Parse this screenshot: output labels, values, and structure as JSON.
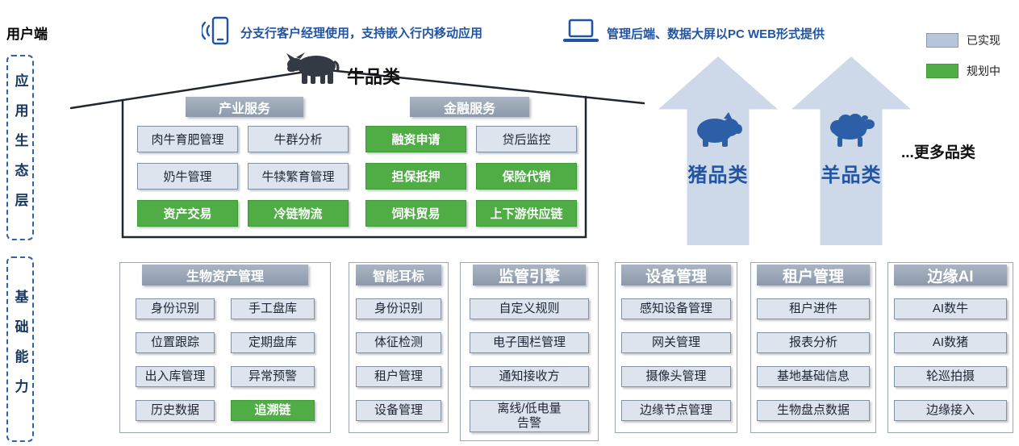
{
  "header": {
    "user_side": "用户端",
    "mobile_note": "分支行客户经理使用，支持嵌入行内移动应用",
    "web_note": "管理后端、数据大屏以PC WEB形式提供",
    "legend": [
      {
        "label": "已实现",
        "color": "#b7c6d9"
      },
      {
        "label": "规划中",
        "color": "#50ad45"
      }
    ]
  },
  "layers": {
    "app_layer": "应用生态层",
    "base_layer": "基础能力"
  },
  "house": {
    "category": "牛品类",
    "industry": {
      "title": "产业服务",
      "items": [
        {
          "label": "肉牛育肥管理",
          "status": "done"
        },
        {
          "label": "牛群分析",
          "status": "done"
        },
        {
          "label": "奶牛管理",
          "status": "done"
        },
        {
          "label": "牛犊繁育管理",
          "status": "done"
        },
        {
          "label": "资产交易",
          "status": "planned"
        },
        {
          "label": "冷链物流",
          "status": "planned"
        }
      ]
    },
    "finance": {
      "title": "金融服务",
      "items": [
        {
          "label": "融资申请",
          "status": "planned"
        },
        {
          "label": "贷后监控",
          "status": "done"
        },
        {
          "label": "担保抵押",
          "status": "planned"
        },
        {
          "label": "保险代销",
          "status": "planned"
        },
        {
          "label": "饲料贸易",
          "status": "planned"
        },
        {
          "label": "上下游供应链",
          "status": "planned"
        }
      ]
    }
  },
  "categories": {
    "pig": "猪品类",
    "sheep": "羊品类",
    "more": "...更多品类"
  },
  "capabilities": [
    {
      "title": "生物资产管理",
      "items": [
        {
          "label": "身份识别",
          "status": "done"
        },
        {
          "label": "手工盘库",
          "status": "done"
        },
        {
          "label": "位置跟踪",
          "status": "done"
        },
        {
          "label": "定期盘库",
          "status": "done"
        },
        {
          "label": "出入库管理",
          "status": "done"
        },
        {
          "label": "异常预警",
          "status": "done"
        },
        {
          "label": "历史数据",
          "status": "done"
        },
        {
          "label": "追溯链",
          "status": "planned"
        }
      ]
    },
    {
      "title": "智能耳标",
      "items": [
        {
          "label": "身份识别",
          "status": "done"
        },
        {
          "label": "体征检测",
          "status": "done"
        },
        {
          "label": "租户管理",
          "status": "done"
        },
        {
          "label": "设备管理",
          "status": "done"
        }
      ]
    },
    {
      "title": "监管引擎",
      "items": [
        {
          "label": "自定义规则",
          "status": "done"
        },
        {
          "label": "电子围栏管理",
          "status": "done"
        },
        {
          "label": "通知接收方",
          "status": "done"
        },
        {
          "label": "离线/低电量\n告警",
          "status": "done"
        }
      ]
    },
    {
      "title": "设备管理",
      "items": [
        {
          "label": "感知设备管理",
          "status": "done"
        },
        {
          "label": "网关管理",
          "status": "done"
        },
        {
          "label": "摄像头管理",
          "status": "done"
        },
        {
          "label": "边缘节点管理",
          "status": "done"
        }
      ]
    },
    {
      "title": "租户管理",
      "items": [
        {
          "label": "租户进件",
          "status": "done"
        },
        {
          "label": "报表分析",
          "status": "done"
        },
        {
          "label": "基地基础信息",
          "status": "done"
        },
        {
          "label": "生物盘点数据",
          "status": "done"
        }
      ]
    },
    {
      "title": "边缘AI",
      "items": [
        {
          "label": "AI数牛",
          "status": "done"
        },
        {
          "label": "AI数猪",
          "status": "done"
        },
        {
          "label": "轮巡拍摄",
          "status": "done"
        },
        {
          "label": "边缘接入",
          "status": "done"
        }
      ]
    }
  ],
  "colors": {
    "accent_blue": "#2155a4",
    "planned_green": "#50ad45",
    "implemented_gray": "#dde4ee",
    "arrow_blue": "#cdd9e9",
    "header_gray": "#8c9aac"
  }
}
